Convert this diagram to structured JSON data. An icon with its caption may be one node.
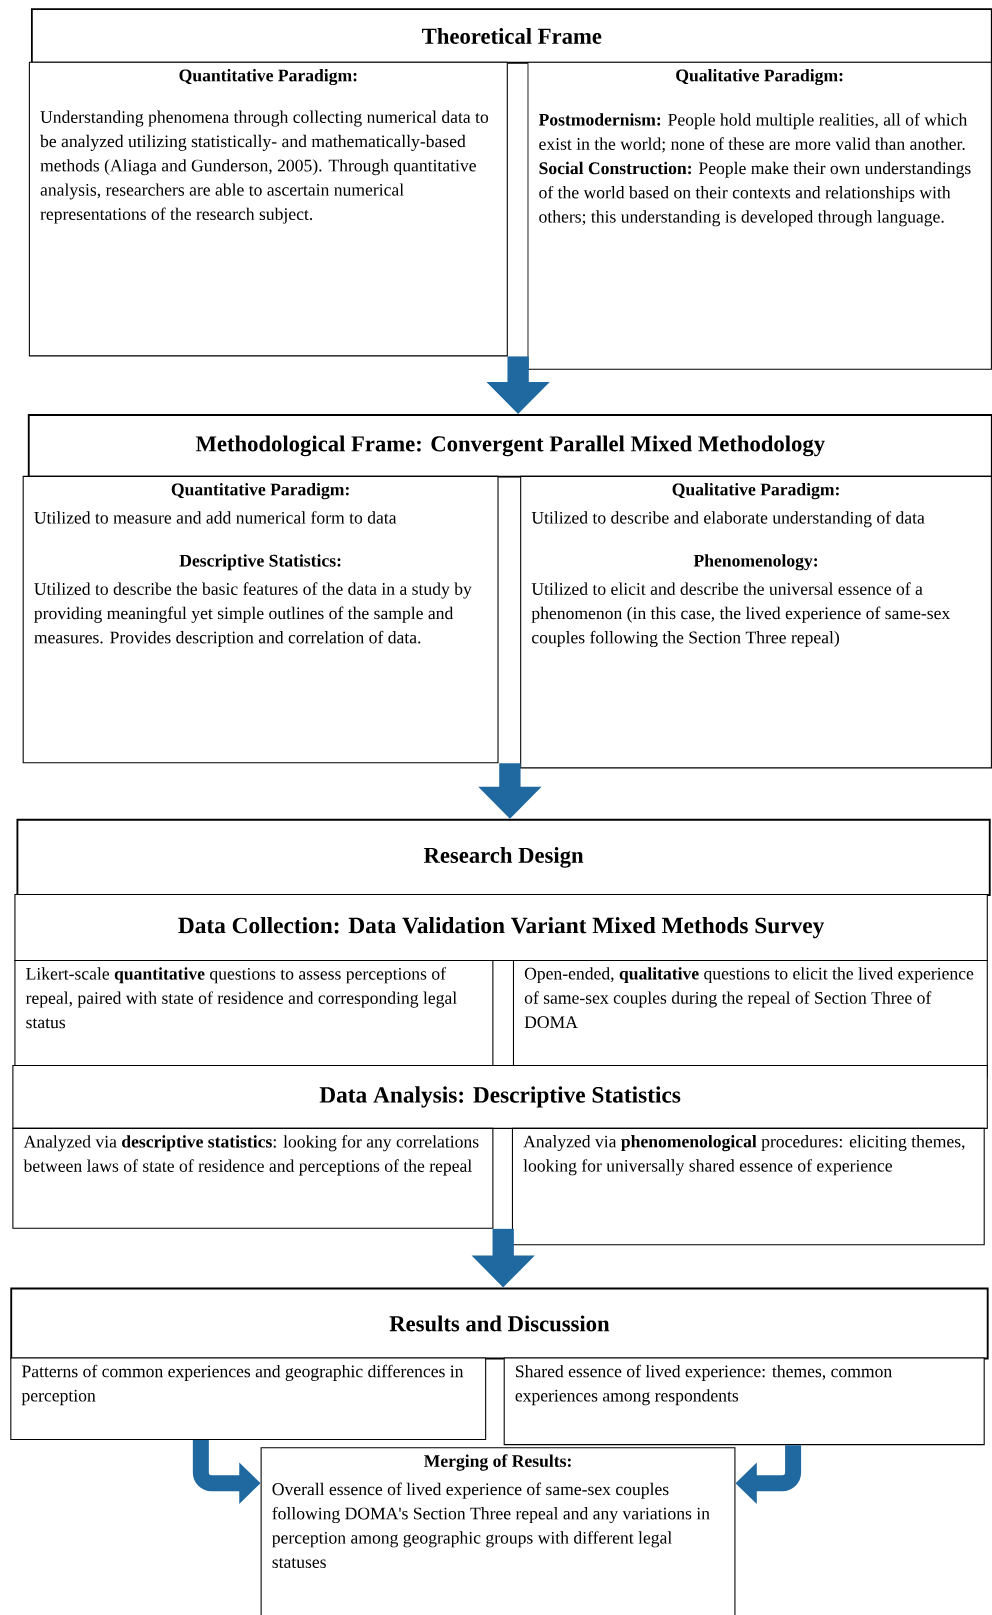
{
  "diagram": {
    "nodes": [
      {
        "text": [
          "Theoretical Frame"
        ]
      },
      {
        "text": [
          "Quantitative Paradigm:",
          "Understanding phenomena through collecting numerical data to be analyzed utilizing statistically- and mathematically-based methods (Aliaga and Gunderson, 2005). Through quantitative analysis, researchers are able to ascertain numerical representations of the research subject."
        ]
      },
      {
        "text": [
          "Qualitative Paradigm:",
          "**Postmodernism:** People hold multiple realities, all of which exist in the world; none of these are more valid than another.",
          "**Social Construction:** People make their own understandings of the world based on their contexts and relationships with others; this understanding is developed through language."
        ]
      },
      {
        "text": [
          "Methodological Frame: Convergent Parallel Mixed Methodology"
        ]
      },
      {
        "text": [
          "Quantitative Paradigm:",
          "Utilized to measure and add numerical form to data",
          "Descriptive Statistics:",
          "Utilized to describe the basic features of the data in a study by providing meaningful yet simple outlines of the sample and measures. Provides description and correlation of data."
        ]
      },
      {
        "text": [
          "Qualitative Paradigm:",
          "Utilized to describe and elaborate understanding of data",
          "Phenomenology:",
          "Utilized to elicit and describe the universal essence of a phenomenon (in this case, the lived experience of same-sex couples following the Section Three repeal)"
        ]
      },
      {
        "text": [
          "Research Design"
        ]
      },
      {
        "text": [
          "Data Collection: Data Validation Variant Mixed Methods Survey"
        ]
      },
      {
        "text": [
          "Likert-scale **quantitative** questions to assess perceptions of repeal, paired with state of residence and corresponding legal status"
        ]
      },
      {
        "text": [
          "Open-ended, **qualitative** questions to elicit the lived experience of same-sex couples during the repeal of Section Three of DOMA"
        ]
      },
      {
        "text": [
          "Data Analysis: Descriptive Statistics"
        ]
      },
      {
        "text": [
          "Analyzed via **descriptive statistics**: looking for any correlations between laws of state of residence and perceptions of the repeal"
        ]
      },
      {
        "text": [
          "Analyzed via **phenomenological** procedures: eliciting themes, looking for universally shared essence of experience"
        ]
      },
      {
        "text": [
          "Results and Discussion"
        ]
      },
      {
        "text": [
          "Patterns of common experiences and geographic differences in perception"
        ]
      },
      {
        "text": [
          "Shared essence of lived experience: themes, common experiences among respondents"
        ]
      },
      {
        "text": [
          "Merging of Results:",
          "Overall essence of lived experience of same-sex couples following DOMA's Section Three repeal and any variations in perception among geographic groups with different legal statuses"
        ]
      }
    ],
    "edges": [
      {
        "from": 1,
        "to": 3,
        "arrow": "to"
      },
      {
        "from": 4,
        "to": 6,
        "arrow": "to"
      },
      {
        "from": 11,
        "to": 13,
        "arrow": "to"
      },
      {
        "from": 14,
        "to": 16,
        "arrow": "to"
      },
      {
        "from": 15,
        "to": 16,
        "arrow": "to"
      }
    ]
  }
}
